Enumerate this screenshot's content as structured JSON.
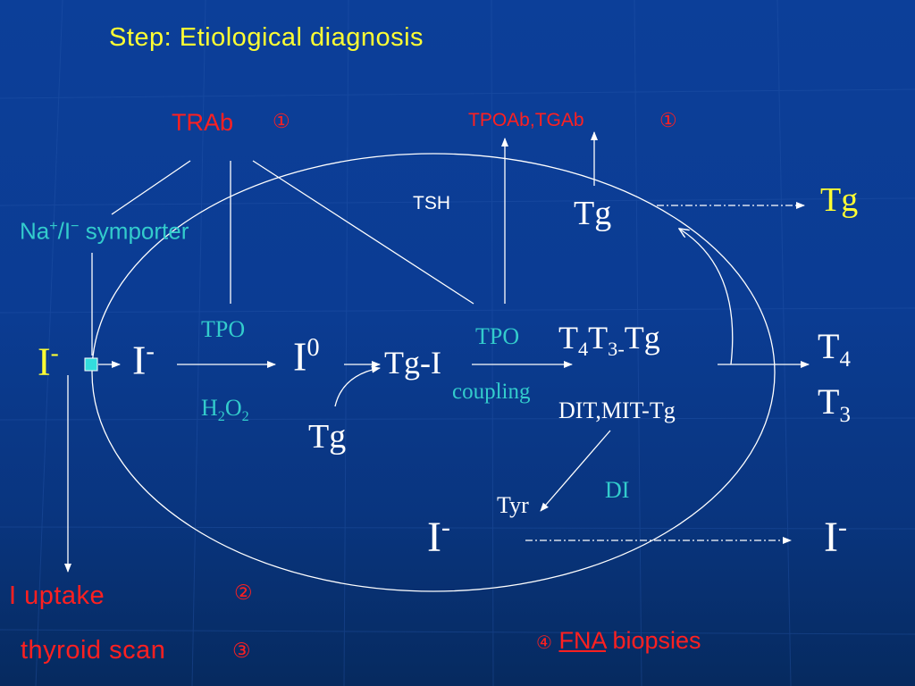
{
  "title": "Step: Etiological diagnosis",
  "antibodies": {
    "trab": "TRAb",
    "trab_num": "①",
    "tpoab": "TPOAb,TGAb",
    "tpoab_num": "①"
  },
  "labels": {
    "tsh": "TSH",
    "symporter": "symporter",
    "na": "Na",
    "na_sup": "+",
    "i_slash": "/I",
    "i_sup": "−",
    "tpo1": "TPO",
    "tpo2": "TPO",
    "h": "H",
    "h_sub": "2",
    "o": "O",
    "o_sub": "2",
    "coupling": "coupling",
    "di": "DI",
    "tyr": "Tyr",
    "dit_mit": "DIT,MIT-Tg"
  },
  "species": {
    "i_ext": "I",
    "i_ext_sup": "-",
    "i_in": "I",
    "i_in_sup": "-",
    "i0": "I",
    "i0_sup": "0",
    "tg_i": "Tg-I",
    "tg_mid": "Tg",
    "tg_top": "Tg",
    "tg_out": "Tg",
    "t4t3tg_t": "T",
    "t4t3tg_4": "4",
    "t4t3tg_t2": "T",
    "t4t3tg_3": "3-",
    "t4t3tg_tg": "Tg",
    "t4_out": "T",
    "t4_out_sub": "4",
    "t3_out": "T",
    "t3_out_sub": "3",
    "i_bottom": "I",
    "i_bottom_sup": "-",
    "i_out": "I",
    "i_out_sup": "-"
  },
  "tests": {
    "i_uptake": "I uptake",
    "i_uptake_num": "②",
    "thyroid_scan": "thyroid scan",
    "thyroid_scan_num": "③",
    "fna_num": "④",
    "fna": "FNA",
    "biopsies": " biopsies"
  },
  "colors": {
    "title": "#ffff33",
    "antibody": "#ff2020",
    "symporter": "#33cccc",
    "tpo": "#33cccc",
    "line": "#ffffff"
  }
}
